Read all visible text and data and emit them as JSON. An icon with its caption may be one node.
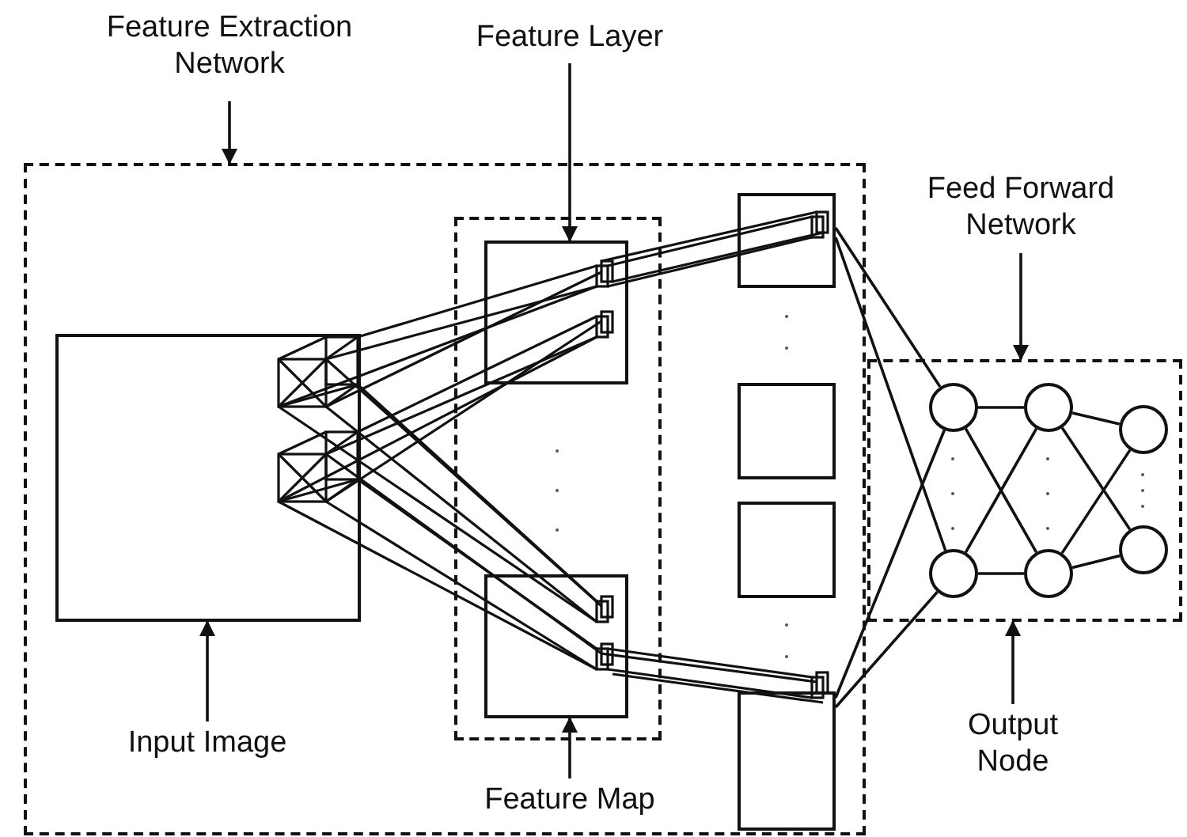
{
  "diagram": {
    "nodes": [
      {
        "text": [
          "Feature Extraction Network"
        ]
      },
      {
        "text": [
          "Feature Layer"
        ]
      },
      {
        "text": [
          "Feed Forward Network"
        ]
      },
      {
        "text": [],
        "shape": "box"
      },
      {
        "text": [],
        "shape": "box",
        "in": 3
      },
      {
        "text": [
          "Input Image"
        ],
        "in": 3
      },
      {
        "text": [],
        "shape": "box",
        "in": 3
      },
      {
        "text": [],
        "shape": "box",
        "in": 6
      },
      {
        "text": [],
        "shape": "box",
        "in": 6
      },
      {
        "text": [
          "Feature Map"
        ],
        "in": 3
      },
      {
        "text": [],
        "shape": "box",
        "in": 3
      },
      {
        "text": [],
        "shape": "box",
        "in": 3
      },
      {
        "text": [],
        "shape": "box",
        "in": 3
      },
      {
        "text": [],
        "shape": "box",
        "in": 3
      },
      {
        "text": [],
        "shape": "box"
      },
      {
        "text": [],
        "shape": "circle",
        "in": 14
      },
      {
        "text": [],
        "shape": "circle",
        "in": 14
      },
      {
        "text": [],
        "shape": "circle",
        "in": 14
      },
      {
        "text": [],
        "shape": "circle",
        "in": 14
      },
      {
        "text": [],
        "shape": "circle",
        "in": 14
      },
      {
        "text": [],
        "shape": "circle",
        "in": 14
      },
      {
        "text": [
          "Output Node"
        ]
      }
    ],
    "edges": [
      {
        "from": 0,
        "to": 3,
        "arrow": "to"
      },
      {
        "from": 1,
        "to": 7,
        "arrow": "to"
      },
      {
        "from": 2,
        "to": 14,
        "arrow": "to"
      },
      {
        "from": 5,
        "to": 4,
        "arrow": "to"
      },
      {
        "from": 9,
        "to": 8,
        "arrow": "to"
      },
      {
        "from": 21,
        "to": 14,
        "arrow": "to"
      },
      {
        "from": 10,
        "to": 15,
        "arrow": "none"
      },
      {
        "from": 10,
        "to": 16,
        "arrow": "none"
      },
      {
        "from": 13,
        "to": 15,
        "arrow": "none"
      },
      {
        "from": 13,
        "to": 16,
        "arrow": "none"
      },
      {
        "from": 15,
        "to": 17,
        "arrow": "none"
      },
      {
        "from": 15,
        "to": 18,
        "arrow": "none"
      },
      {
        "from": 16,
        "to": 17,
        "arrow": "none"
      },
      {
        "from": 16,
        "to": 18,
        "arrow": "none"
      },
      {
        "from": 17,
        "to": 19,
        "arrow": "none"
      },
      {
        "from": 17,
        "to": 20,
        "arrow": "none"
      },
      {
        "from": 18,
        "to": 19,
        "arrow": "none"
      },
      {
        "from": 18,
        "to": 20,
        "arrow": "none"
      }
    ]
  }
}
